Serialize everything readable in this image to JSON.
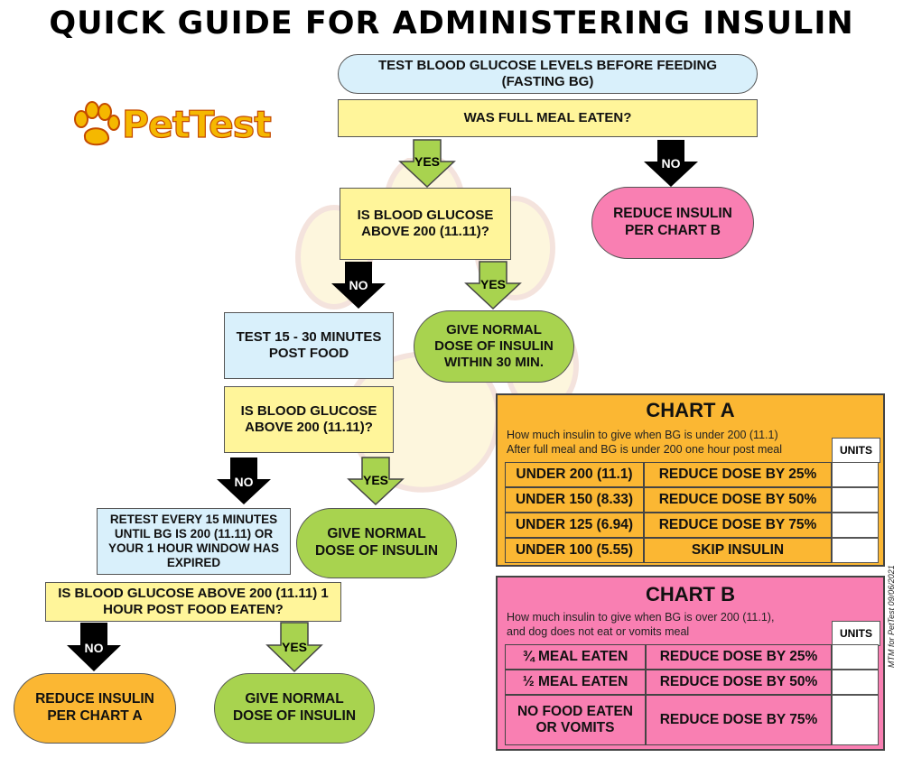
{
  "title": "QUICK GUIDE FOR ADMINISTERING INSULIN",
  "logo_text": "PetTest",
  "flow": {
    "start": "TEST BLOOD GLUCOSE LEVELS BEFORE FEEDING (FASTING BG)",
    "q_meal": "WAS FULL MEAL EATEN?",
    "yes": "YES",
    "no": "NO",
    "reduce_b": "REDUCE INSULIN PER CHART B",
    "q_bg1": "IS BLOOD GLUCOSE ABOVE 200 (11.11)?",
    "give_30": "GIVE NORMAL DOSE OF INSULIN WITHIN 30 MIN.",
    "test_post": "TEST 15 - 30 MINUTES POST FOOD",
    "q_bg2": "IS BLOOD GLUCOSE ABOVE 200 (11.11)?",
    "retest": "RETEST EVERY 15 MINUTES UNTIL BG IS 200 (11.11) OR YOUR 1 HOUR WINDOW HAS EXPIRED",
    "give_normal_1": "GIVE NORMAL DOSE OF INSULIN",
    "q_bg3": "IS BLOOD GLUCOSE ABOVE 200 (11.11) 1 HOUR POST FOOD EATEN?",
    "reduce_a": "REDUCE INSULIN PER CHART A",
    "give_normal_2": "GIVE NORMAL DOSE OF INSULIN"
  },
  "chart_a": {
    "title": "CHART A",
    "desc1": "How much insulin to give when BG is under 200 (11.1)",
    "desc2": "After full meal and BG is under 200 one hour post meal",
    "units": "UNITS",
    "rows": [
      {
        "condition": "UNDER 200 (11.1)",
        "action": "REDUCE DOSE BY 25%"
      },
      {
        "condition": "UNDER 150 (8.33)",
        "action": "REDUCE DOSE BY 50%"
      },
      {
        "condition": "UNDER 125 (6.94)",
        "action": "REDUCE DOSE BY 75%"
      },
      {
        "condition": "UNDER 100 (5.55)",
        "action": "SKIP INSULIN"
      }
    ]
  },
  "chart_b": {
    "title": "CHART B",
    "desc1": "How much insulin to give when BG is over 200 (11.1),",
    "desc2": "and dog does not eat or vomits meal",
    "units": "UNITS",
    "rows": [
      {
        "condition": "¾ MEAL EATEN",
        "action": "REDUCE DOSE BY 25%"
      },
      {
        "condition": "½ MEAL EATEN",
        "action": "REDUCE DOSE BY 50%"
      },
      {
        "condition": "NO FOOD EATEN OR VOMITS",
        "action": "REDUCE DOSE BY 75%"
      }
    ]
  },
  "footnote": "MTM for PetTest 09/06/2021",
  "colors": {
    "yellow_box": "#fff59a",
    "blue_box": "#d9f0fb",
    "green_pill": "#a8d34f",
    "pink_pill": "#f97fb2",
    "orange_pill": "#fbb733",
    "chart_a_bg": "#fbb733",
    "chart_b_bg": "#f97fb2"
  }
}
